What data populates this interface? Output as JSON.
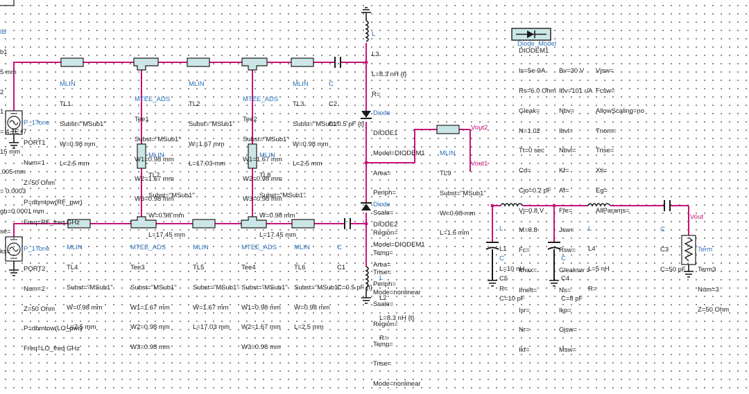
{
  "substrate": {
    "title_fragment": "IB",
    "lines": [
      "b1",
      "5 mm",
      "2",
      "1",
      "= 4.1E+7",
      "15 mm",
      ".005 mm",
      "= 0.0003",
      "gh=0.0001 mm",
      "se=",
      "ks="
    ]
  },
  "components": {
    "tl1": {
      "type": "MLIN",
      "lines": [
        "TL1",
        "Subst=\"MSub1\"",
        "W=0.98 mm",
        "L=2.5 mm"
      ]
    },
    "tee1": {
      "type": "MTEE_ADS",
      "lines": [
        "Tee1",
        "Subst=\"MSub1\"",
        "W1=0.98 mm",
        "W2=1.67 mm",
        "W3=0.98 mm"
      ]
    },
    "tl2": {
      "type": "MLIN",
      "lines": [
        "TL2",
        "Subst=\"MSub1\"",
        "W=1.67 mm",
        "L=17.03 mm"
      ]
    },
    "tee2": {
      "type": "MTEE_ADS",
      "lines": [
        "Tee2",
        "Subst=\"MSub1\"",
        "W1=1.67 mm",
        "W2=0.98 mm",
        "W3=0.98 mm"
      ]
    },
    "tl3": {
      "type": "MLIN",
      "lines": [
        "TL3",
        "Subst=\"MSub1\"",
        "W=0.98 mm",
        "L=2.5 mm"
      ]
    },
    "c2": {
      "type": "C",
      "lines": [
        "C2",
        "C=0.5 pF {t}"
      ]
    },
    "l3": {
      "type": "L",
      "lines": [
        "L3",
        "L=8.3 nH {t}",
        "R="
      ]
    },
    "port1": {
      "type": "P_1Tone",
      "lines": [
        "PORT1",
        "Num=1",
        "Z=50 Ohm",
        "P=dbmtow(RF_pwr)",
        "Freq=RF_freq GHz"
      ]
    },
    "tl7": {
      "type": "MLIN",
      "lines": [
        "TL7",
        "Subst=\"MSub1\"",
        "W=0.98 mm",
        "L=17.45 mm"
      ]
    },
    "tl8": {
      "type": "MLIN",
      "lines": [
        "TL8",
        "Subst=\"MSub1\"",
        "W=0.98 mm",
        "L=17.45 mm"
      ]
    },
    "diode1": {
      "type": "Diode",
      "lines": [
        "DIODE1",
        "Model=DIODEM1",
        "Area=",
        "Periph=",
        "Scale=",
        "Region=",
        "Temp=",
        "Trise=",
        "Mode=nonlinear"
      ]
    },
    "tl9": {
      "type": "MLIN",
      "lines": [
        "TL9",
        "Subst=\"MSub1\"",
        "W=0.98 mm",
        "L=1.6 mm"
      ]
    },
    "vout2": "Vout2",
    "vout1": "Vout1",
    "diode2": {
      "type": "Diode",
      "lines": [
        "DIODE2",
        "Model=DIODEM1",
        "Area=",
        "Periph=",
        "Scale=",
        "Region=",
        "Temp=",
        "Trise=",
        "Mode=nonlinear"
      ]
    },
    "port2": {
      "type": "P_1Tone",
      "lines": [
        "PORT2",
        "Num=2",
        "Z=50 Ohm",
        "P=dbmtow(LO_pwr)",
        "Freq=LO_freq GHz"
      ]
    },
    "tl4": {
      "type": "MLIN",
      "lines": [
        "TL4",
        "Subst=\"MSub1\"",
        "W=0.98 mm",
        "L=2.5 mm"
      ]
    },
    "tee3": {
      "type": "MTEE_ADS",
      "lines": [
        "Tee3",
        "Subst=\"MSub1\"",
        "W1=1.67 mm",
        "W2=0.98 mm",
        "W3=0.98 mm"
      ]
    },
    "tl5": {
      "type": "MLIN",
      "lines": [
        "TL5",
        "Subst=\"MSub1\"",
        "W=1.67 mm",
        "L=17.03 mm"
      ]
    },
    "tee4": {
      "type": "MTEE_ADS",
      "lines": [
        "Tee4",
        "Subst=\"MSub1\"",
        "W1=0.98 mm",
        "W2=1.67 mm",
        "W3=0.98 mm"
      ]
    },
    "tl6": {
      "type": "MLIN",
      "lines": [
        "TL6",
        "Subst=\"MSub1\"",
        "W=0.98 mm",
        "L=2.5 mm"
      ]
    },
    "c1": {
      "type": "C",
      "lines": [
        "C1",
        "C=0.5 pF {t}"
      ]
    },
    "l2": {
      "type": "L",
      "lines": [
        "L2",
        "L=8.3 nH {t}",
        "R="
      ]
    },
    "l1": {
      "type": "L",
      "lines": [
        "L1",
        "L=10 nH",
        "R="
      ]
    },
    "c5": {
      "type": "C",
      "lines": [
        "C5",
        "C=10 pF"
      ]
    },
    "c4": {
      "type": "C",
      "lines": [
        "C4",
        "C=8 pF"
      ]
    },
    "l4": {
      "type": "L",
      "lines": [
        "L4",
        "L=5 nH",
        "R="
      ]
    },
    "c3": {
      "type": "C",
      "lines": [
        "C3",
        "C=50 pF"
      ]
    },
    "term3": {
      "type": "Term",
      "lines": [
        "Term3",
        "Num=3",
        "Z=50 Ohm"
      ]
    },
    "vout": "Vout"
  },
  "diode_model": {
    "type": "Diode_Model",
    "name": "DIODEM1",
    "col1": [
      "Is=5e-9A",
      "Rs=6.0 Ohm",
      "Gleak=",
      "N=1.02",
      "Tt=0 sec",
      "Cd=",
      "Cjo=0.2 pF",
      "Vj=0.8 V",
      "M=0.8",
      "Fc=",
      "Imax=",
      "Imelt=",
      "Isr=",
      "Nr=",
      "Ikf="
    ],
    "col2": [
      "Bv=30 V",
      "Ibv=101 uA",
      "Nbv=",
      "Ibvl=",
      "Nbvl=",
      "Kf=",
      "Af=",
      "Ffe=",
      "Jsw=",
      "Rsw=",
      "Gleaksw =",
      "Ns=",
      "Ikp=",
      "Cjsw=",
      "Msw="
    ],
    "col3": [
      "Vjsw=",
      "Fcsw=",
      "AllowScaling=no",
      "Tnom=",
      "Trise=",
      "Xti=",
      "Eg=",
      "AllParams="
    ]
  }
}
